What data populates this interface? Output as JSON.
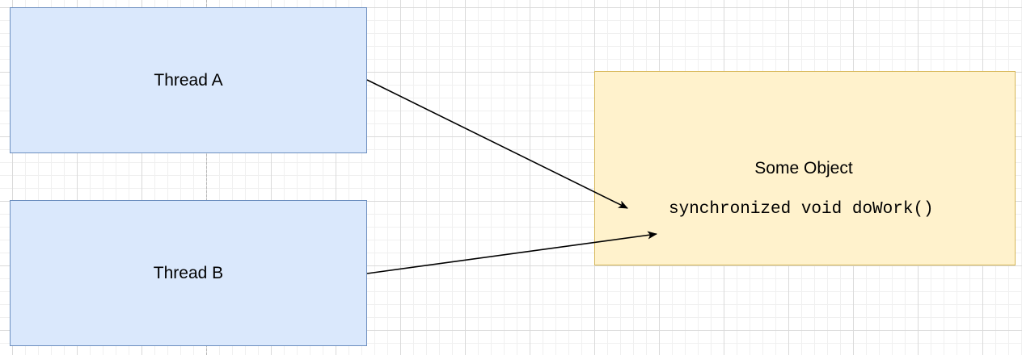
{
  "diagram": {
    "nodes": {
      "thread_a": {
        "label": "Thread A",
        "fill": "#dae8fc",
        "stroke": "#6c8ebf"
      },
      "thread_b": {
        "label": "Thread B",
        "fill": "#dae8fc",
        "stroke": "#6c8ebf"
      },
      "some_object": {
        "label": "Some Object",
        "method": "synchronized void doWork()",
        "fill": "#fff2cc",
        "stroke": "#d6b656"
      }
    },
    "edges": [
      {
        "from": "Thread A",
        "to": "synchronized void doWork()"
      },
      {
        "from": "Thread B",
        "to": "synchronized void doWork()"
      }
    ],
    "edge_color": "#000000",
    "grid": true
  }
}
